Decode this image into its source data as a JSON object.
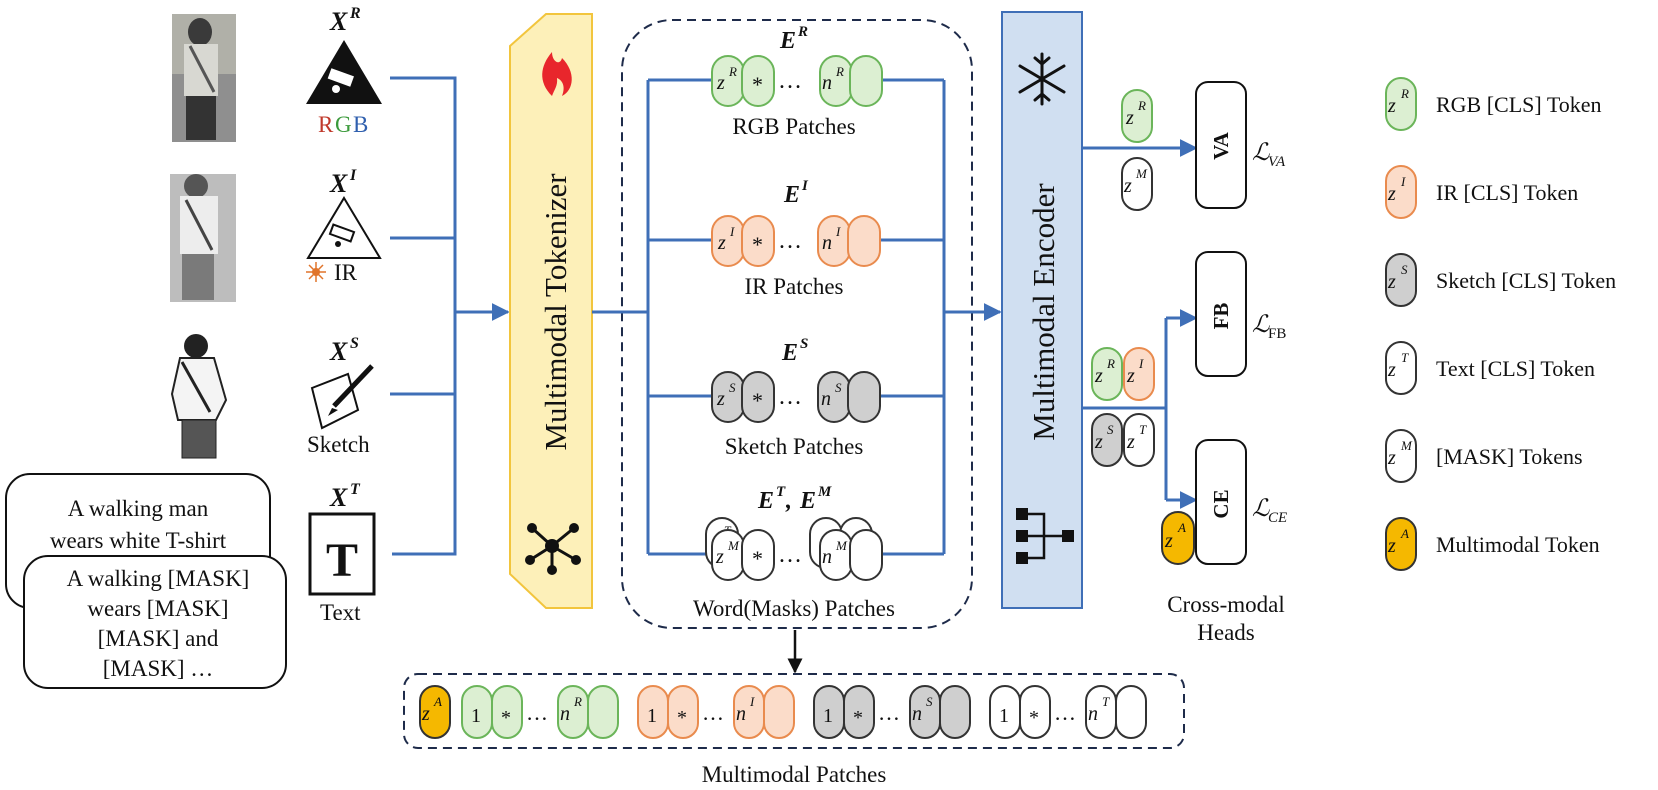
{
  "modalities": {
    "rgb": {
      "symbol": "X",
      "sup": "R",
      "label_r": "R",
      "label_g": "G",
      "label_b": "B"
    },
    "ir": {
      "symbol": "X",
      "sup": "I",
      "label": "IR"
    },
    "sketch": {
      "symbol": "X",
      "sup": "S",
      "label": "Sketch"
    },
    "text": {
      "symbol": "X",
      "sup": "T",
      "label": "Text",
      "glyph": "T"
    }
  },
  "captions": {
    "full": [
      "A walking man",
      "wears white T-shirt"
    ],
    "masked": [
      "A walking [MASK]",
      "wears [MASK]",
      "[MASK] and",
      "[MASK] …"
    ]
  },
  "tokenizer": {
    "label": "Multimodal Tokenizer"
  },
  "encoder": {
    "label": "Multimodal Encoder"
  },
  "embeddings": {
    "rgb": {
      "E": "E",
      "sup": "R",
      "cls": "z",
      "cls_sup": "R",
      "star": "*",
      "dots": "…",
      "last": "n",
      "last_sup": "R",
      "caption": "RGB Patches"
    },
    "ir": {
      "E": "E",
      "sup": "I",
      "cls": "z",
      "cls_sup": "I",
      "star": "*",
      "dots": "…",
      "last": "n",
      "last_sup": "I",
      "caption": "IR Patches"
    },
    "sketch": {
      "E": "E",
      "sup": "S",
      "cls": "z",
      "cls_sup": "S",
      "star": "*",
      "dots": "…",
      "last": "n",
      "last_sup": "S",
      "caption": "Sketch Patches"
    },
    "text": {
      "E": "E",
      "sup": "T",
      "sep": ", ",
      "E2": "E",
      "sup2": "M",
      "cls": "z",
      "cls_sup": "M",
      "back_sup": "T",
      "star": "*",
      "dots": "…",
      "last": "n",
      "last_sup": "M",
      "caption": "Word(Masks) Patches"
    }
  },
  "heads": {
    "va": {
      "label": "VA",
      "loss": "ℒ",
      "loss_sub": "VA"
    },
    "fb": {
      "label": "FB",
      "loss": "ℒ",
      "loss_sub": "FB"
    },
    "ce": {
      "label": "CE",
      "loss": "ℒ",
      "loss_sub": "CE"
    },
    "caption": [
      "Cross-modal",
      "Heads"
    ],
    "tokens": {
      "zR": "R",
      "zM": "M",
      "zI": "I",
      "zS": "S",
      "zT": "T",
      "zA": "A",
      "z": "z"
    }
  },
  "multimodal_patches": {
    "caption": "Multimodal Patches",
    "cls": "z",
    "cls_sup": "A",
    "one": "1",
    "star": "*",
    "dots": "…",
    "n": "n",
    "sups": [
      "R",
      "I",
      "S",
      "T"
    ]
  },
  "legend": [
    {
      "sup": "R",
      "text": "RGB [CLS] Token",
      "fill": "#dcefd2",
      "stroke": "#6bb55a"
    },
    {
      "sup": "I",
      "text": "IR [CLS] Token",
      "fill": "#fbdcc9",
      "stroke": "#e98b4e"
    },
    {
      "sup": "S",
      "text": "Sketch [CLS] Token",
      "fill": "#cfcfcf",
      "stroke": "#333333"
    },
    {
      "sup": "T",
      "text": "Text [CLS] Token",
      "fill": "#ffffff",
      "stroke": "#333333"
    },
    {
      "sup": "M",
      "text": "[MASK] Tokens",
      "fill": "#ffffff",
      "stroke": "#333333"
    },
    {
      "sup": "A",
      "text": "Multimodal Token",
      "fill": "#f5b800",
      "stroke": "#333333"
    }
  ],
  "colors": {
    "flow": "#3f6fb7",
    "tokenizer_fill": "#fdf0b9",
    "tokenizer_stroke": "#f2c53d",
    "encoder_fill": "#d0dff1",
    "encoder_stroke": "#3f6fb7",
    "rgb": "#dcefd2",
    "ir": "#fbdcc9",
    "sketch": "#cfcfcf",
    "multimodal": "#f5b800"
  },
  "icons": {
    "rgb": "surveillance-camera-icon",
    "ir": "infrared-camera-icon",
    "sketch": "sketch-pencil-icon",
    "text": "text-T-icon",
    "fire": "fire-icon",
    "network": "network-graph-icon",
    "snowflake": "snowflake-icon",
    "hierarchy": "hierarchy-icon"
  }
}
